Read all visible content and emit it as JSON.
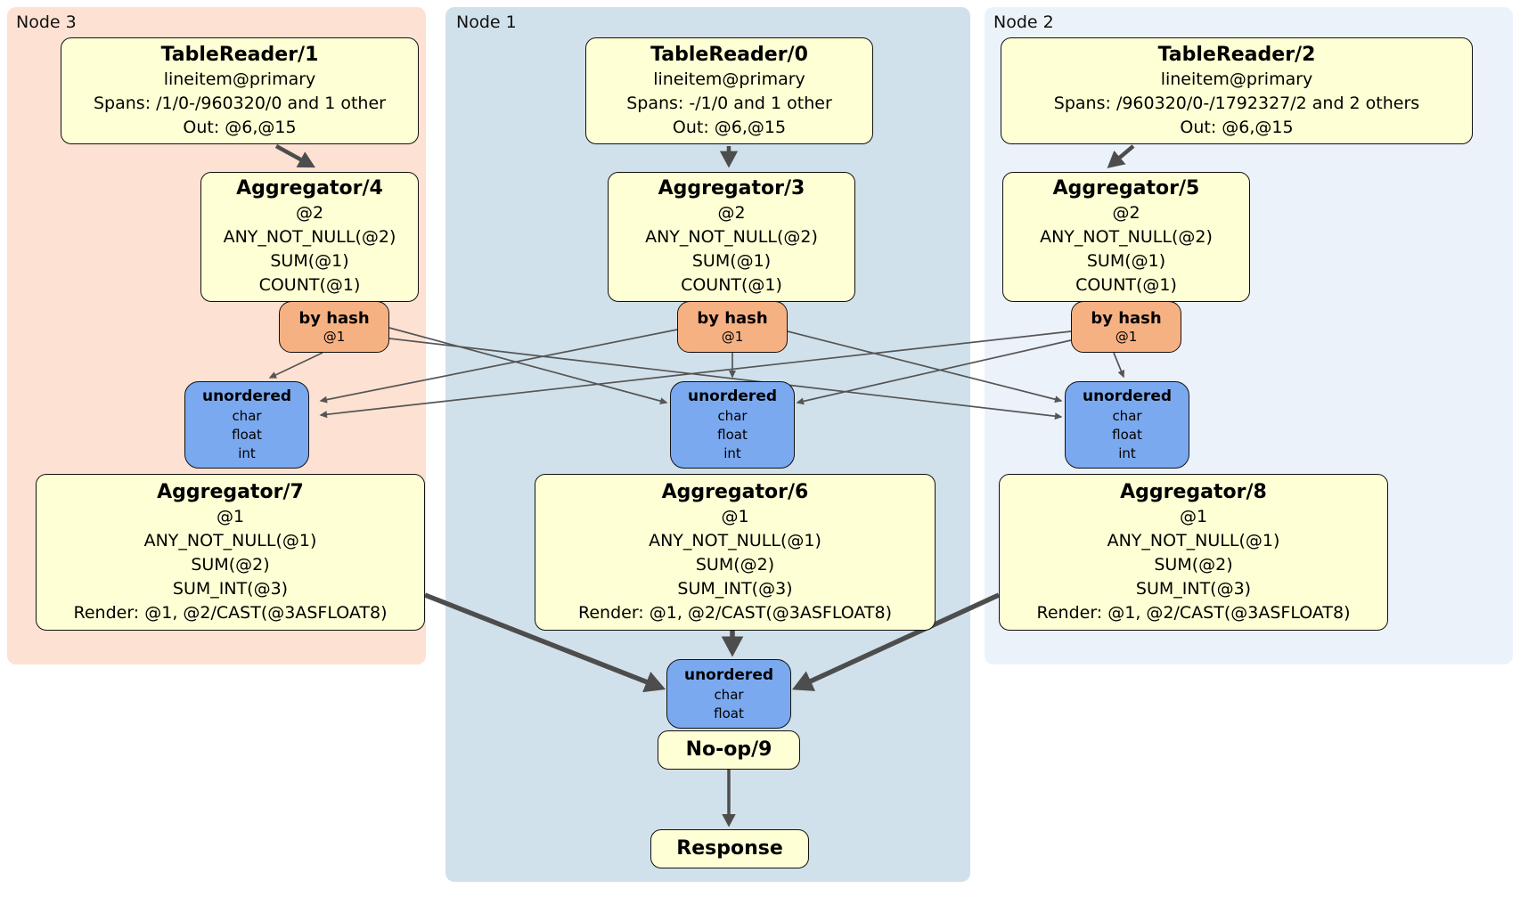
{
  "colors": {
    "node3_bg": "#fde2d3",
    "node1_bg": "#d1e1eb",
    "node2_bg": "#ecf2fa",
    "processor_bg": "#ffffd5",
    "router_bg": "#f6b183",
    "sync_bg": "#7aa9f0",
    "edge": "#555555"
  },
  "regions": {
    "node3": {
      "label": "Node 3",
      "table_reader": {
        "title": "TableReader/1",
        "lines": [
          "lineitem@primary",
          "Spans: /1/0-/960320/0 and 1 other",
          "Out: @6,@15"
        ]
      },
      "aggregator_top": {
        "title": "Aggregator/4",
        "lines": [
          "@2",
          "ANY_NOT_NULL(@2)",
          "SUM(@1)",
          "COUNT(@1)"
        ]
      },
      "router": {
        "title": "by hash",
        "detail": "@1"
      },
      "sync": {
        "title": "unordered",
        "lines": [
          "char",
          "float",
          "int"
        ]
      },
      "aggregator_bottom": {
        "title": "Aggregator/7",
        "lines": [
          "@1",
          "ANY_NOT_NULL(@1)",
          "SUM(@2)",
          "SUM_INT(@3)",
          "Render: @1, @2/CAST(@3ASFLOAT8)"
        ]
      }
    },
    "node1": {
      "label": "Node 1",
      "table_reader": {
        "title": "TableReader/0",
        "lines": [
          "lineitem@primary",
          "Spans: -/1/0 and 1 other",
          "Out: @6,@15"
        ]
      },
      "aggregator_top": {
        "title": "Aggregator/3",
        "lines": [
          "@2",
          "ANY_NOT_NULL(@2)",
          "SUM(@1)",
          "COUNT(@1)"
        ]
      },
      "router": {
        "title": "by hash",
        "detail": "@1"
      },
      "sync": {
        "title": "unordered",
        "lines": [
          "char",
          "float",
          "int"
        ]
      },
      "aggregator_bottom": {
        "title": "Aggregator/6",
        "lines": [
          "@1",
          "ANY_NOT_NULL(@1)",
          "SUM(@2)",
          "SUM_INT(@3)",
          "Render: @1, @2/CAST(@3ASFLOAT8)"
        ]
      },
      "final_sync": {
        "title": "unordered",
        "lines": [
          "char",
          "float"
        ]
      },
      "noop": {
        "title": "No-op/9"
      },
      "response": {
        "title": "Response"
      }
    },
    "node2": {
      "label": "Node 2",
      "table_reader": {
        "title": "TableReader/2",
        "lines": [
          "lineitem@primary",
          "Spans: /960320/0-/1792327/2 and 2 others",
          "Out: @6,@15"
        ]
      },
      "aggregator_top": {
        "title": "Aggregator/5",
        "lines": [
          "@2",
          "ANY_NOT_NULL(@2)",
          "SUM(@1)",
          "COUNT(@1)"
        ]
      },
      "router": {
        "title": "by hash",
        "detail": "@1"
      },
      "sync": {
        "title": "unordered",
        "lines": [
          "char",
          "float",
          "int"
        ]
      },
      "aggregator_bottom": {
        "title": "Aggregator/8",
        "lines": [
          "@1",
          "ANY_NOT_NULL(@1)",
          "SUM(@2)",
          "SUM_INT(@3)",
          "Render: @1, @2/CAST(@3ASFLOAT8)"
        ]
      }
    }
  }
}
